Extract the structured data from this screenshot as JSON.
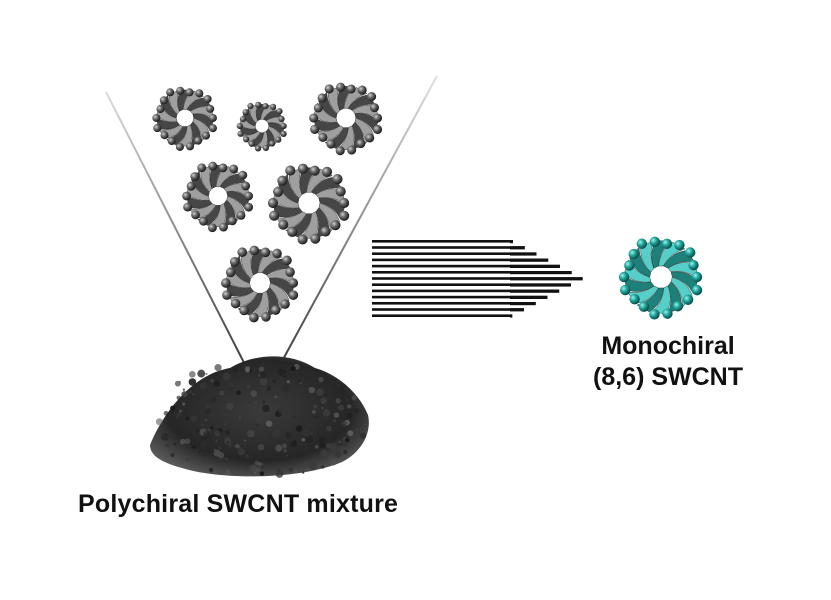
{
  "labels": {
    "left_caption": "Polychiral SWCNT mixture",
    "right_caption_line1": "Monochiral",
    "right_caption_line2": "(8,6) SWCNT"
  },
  "colors": {
    "background": "#ffffff",
    "nanotube_gray": "#4a4a4a",
    "nanotube_gray_light": "#8a8a8a",
    "nanotube_teal": "#1aa39a",
    "nanotube_teal_light": "#56d6cf",
    "powder_dark": "#2d2d2d",
    "arrow_black": "#111111"
  },
  "icons": {
    "nanotube": "ring-of-spheres-icon",
    "arrow": "striped-arrow-icon",
    "powder": "powder-pile-icon"
  }
}
